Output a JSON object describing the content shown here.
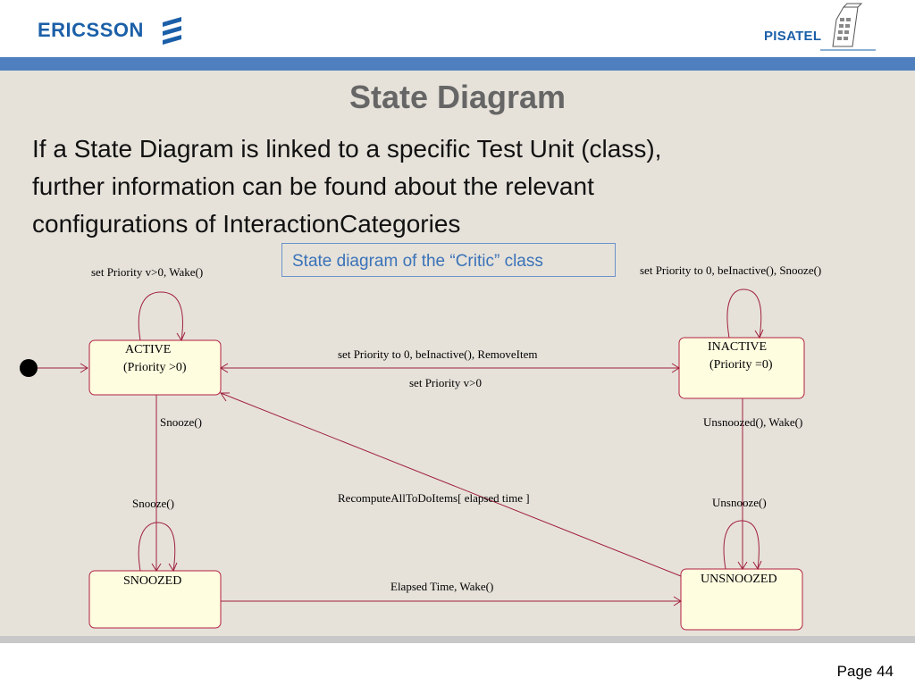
{
  "header": {
    "brand_left": "ERICSSON",
    "brand_right": "PISATEL"
  },
  "title": "State Diagram",
  "body_lines": [
    "If a State Diagram is linked to a specific Test Unit (class),",
    "further information can be found about the relevant",
    "configurations of InteractionCategories"
  ],
  "caption": "State diagram of the “Critic” class",
  "diagram": {
    "states": {
      "active": [
        "ACTIVE",
        "(Priority >0)"
      ],
      "inactive": [
        "INACTIVE",
        "(Priority =0)"
      ],
      "snoozed": [
        "SNOOZED"
      ],
      "unsnoozed": [
        "UNSNOOZED"
      ]
    },
    "transitions": {
      "active_self": "set Priority v>0, Wake()",
      "inactive_self": "set Priority to 0, beInactive(), Snooze()",
      "active_to_inactive": "set Priority to 0, beInactive(), RemoveItem",
      "inactive_to_active": "set Priority v>0",
      "active_to_snoozed": "Snooze()",
      "snoozed_self": "Snooze()",
      "inactive_to_unsnoozed": "Unsnoozed(), Wake()",
      "unsnoozed_self": "Unsnooze()",
      "unsnoozed_to_active": "RecomputeAllToDoItems[ elapsed time ]",
      "snoozed_to_unsnoozed": "Elapsed Time, Wake()"
    }
  },
  "footer": {
    "page": "Page 44"
  },
  "colors": {
    "brand_blue": "#1b5fa8",
    "band_blue": "#4f7fbf",
    "content_bg": "#e6e2da",
    "state_fill": "#fffde0",
    "edge_color": "#a0203c"
  }
}
